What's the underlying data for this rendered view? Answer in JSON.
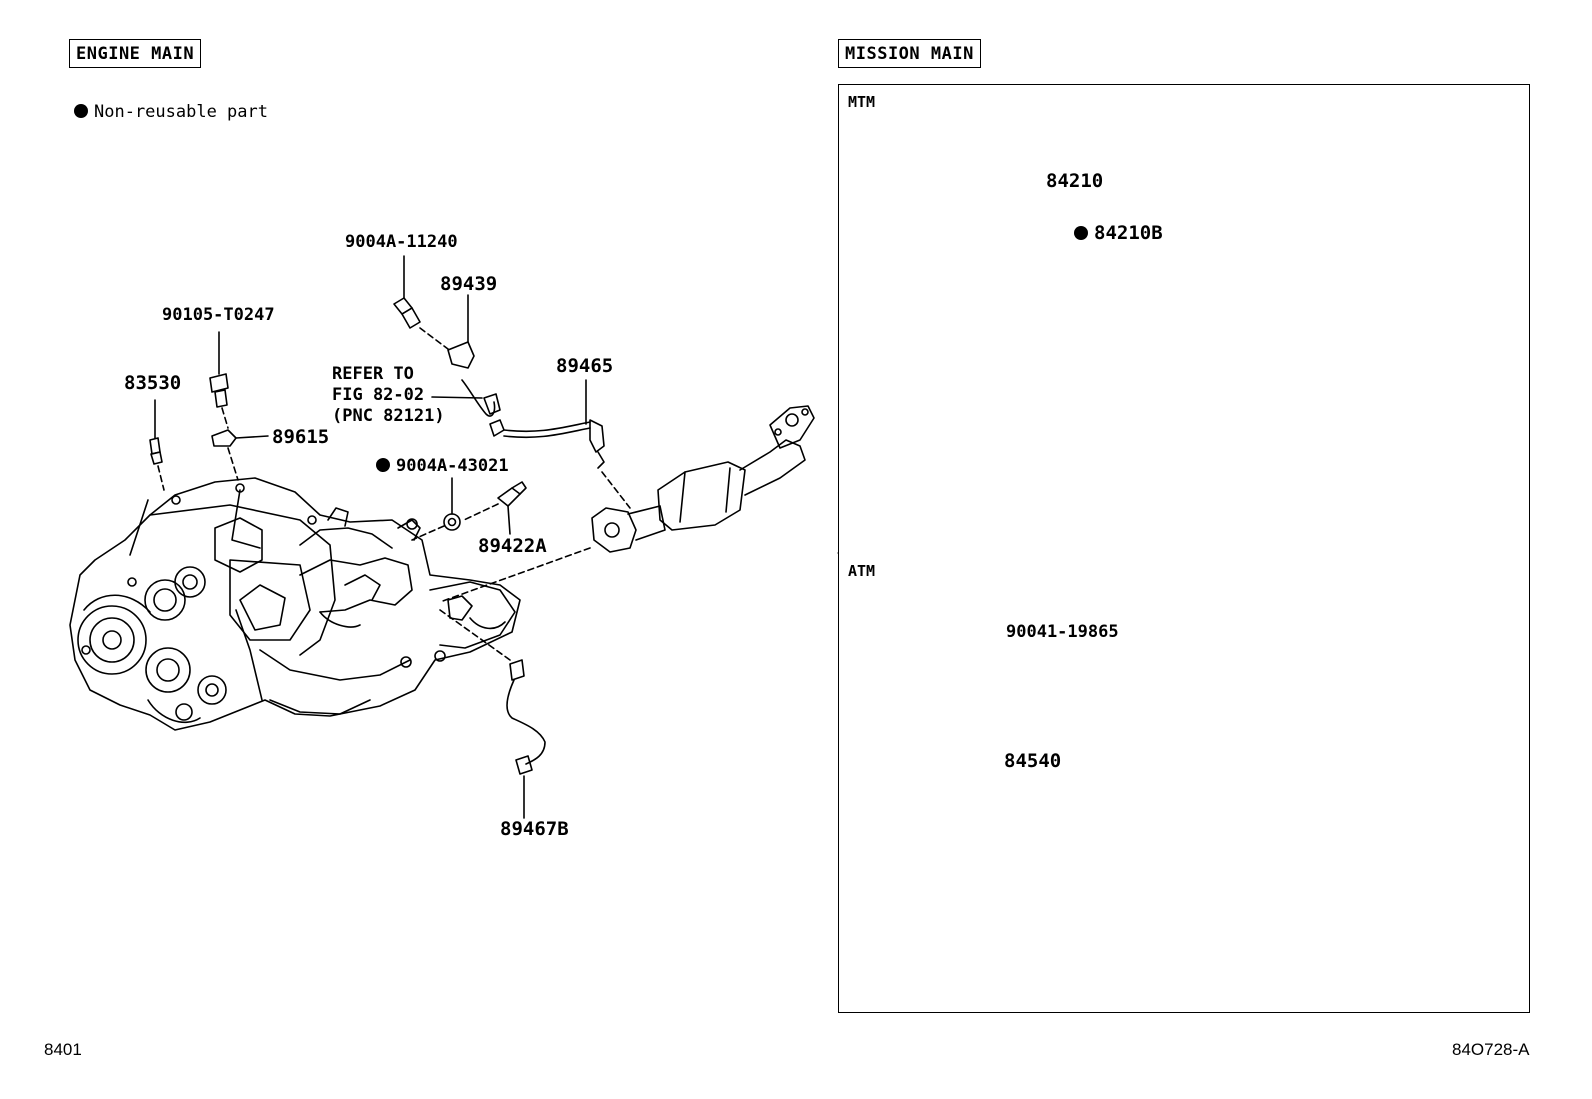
{
  "sections": {
    "engine_main": "ENGINE MAIN",
    "mission_main": "MISSION MAIN",
    "mtm": "MTM",
    "atm": "ATM"
  },
  "legend": {
    "text": "Non-reusable part"
  },
  "parts": {
    "p9004A_11240": "9004A-11240",
    "p89439": "89439",
    "p90105_T0247": "90105-T0247",
    "p83530": "83530",
    "p89465": "89465",
    "p89615": "89615",
    "p9004A_43021": "9004A-43021",
    "p89422A": "89422A",
    "p89467B": "89467B",
    "p84210": "84210",
    "p84210B": "84210B",
    "p90041_19865": "90041-19865",
    "p84540": "84540"
  },
  "refer_note": "REFER TO\nFIG 82-02\n(PNC 82121)",
  "footer": {
    "left": "8401",
    "right": "84O728-A"
  }
}
